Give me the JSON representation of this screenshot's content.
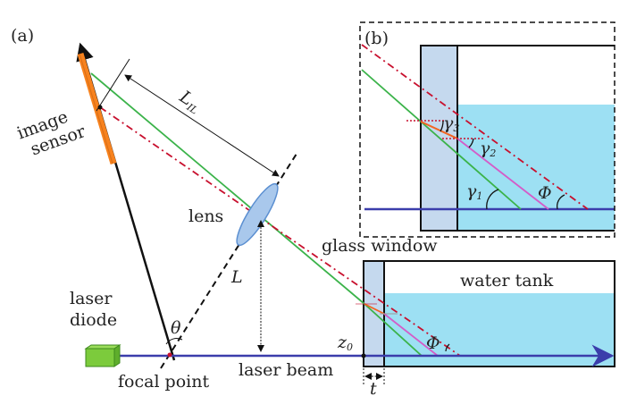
{
  "labels": {
    "panel_a": "(a)",
    "panel_b": "(b)",
    "image_sensor_1": "image",
    "image_sensor_2": "sensor",
    "lens": "lens",
    "L_IL": "L",
    "L_IL_sub": "IL",
    "L": "L",
    "theta": "θ",
    "laser_diode_1": "laser",
    "laser_diode_2": "diode",
    "focal_point": "focal point",
    "laser_beam": "laser beam",
    "glass_window": "glass window",
    "water_tank": "water tank",
    "z0": "z",
    "z0_sub": "0",
    "t": "t",
    "phi": "Φ",
    "phi_b": "Φ",
    "gamma1": "γ",
    "gamma1_sub": "1",
    "gamma2": "γ",
    "gamma2_sub": "2",
    "gamma3": "γ",
    "gamma3_sub": "3"
  },
  "colors": {
    "sensor": "#f7821e",
    "green_ray": "#3bb34a",
    "red_axis": "#c8102e",
    "refracted_glass": "#f26522",
    "refracted_water": "#d45cc8",
    "beam": "#3b3dab",
    "glass": "#c5d9ee",
    "water": "#9de0f3",
    "lens": "#a9c8ec",
    "diode": "#7ccb3c"
  }
}
